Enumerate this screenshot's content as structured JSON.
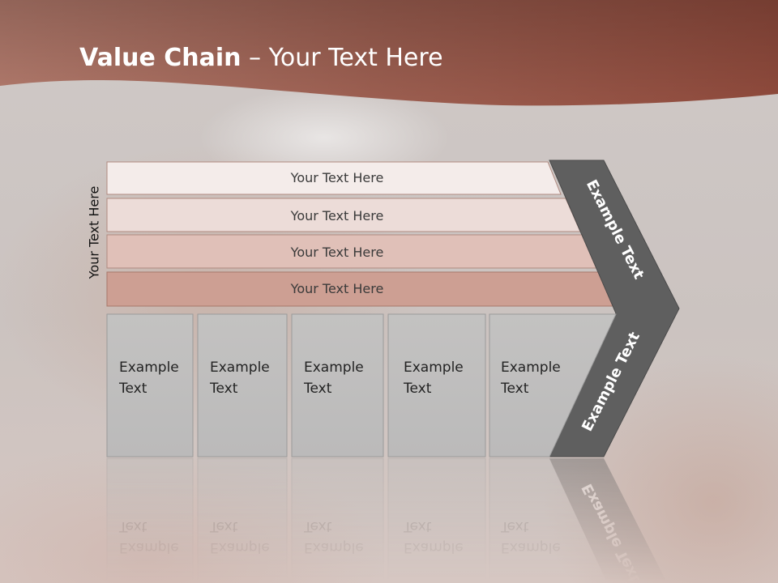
{
  "title": {
    "strong": "Value Chain",
    "rest": " – Your Text Here"
  },
  "side_label": "Your Text Here",
  "bars": [
    {
      "label": "Your Text Here",
      "color": "#f4ecea"
    },
    {
      "label": "Your Text Here",
      "color": "#ecdcd8"
    },
    {
      "label": "Your Text Here",
      "color": "#e0c0b8"
    },
    {
      "label": "Your Text Here",
      "color": "#cd9f93"
    }
  ],
  "boxes": [
    {
      "line1": "Example",
      "line2": "Text"
    },
    {
      "line1": "Example",
      "line2": "Text"
    },
    {
      "line1": "Example",
      "line2": "Text"
    },
    {
      "line1": "Example",
      "line2": "Text"
    },
    {
      "line1": "Example",
      "line2": "Text"
    }
  ],
  "chevron": {
    "upper_label": "Example Text",
    "lower_label": "Example Text",
    "color": "#5f5f5f"
  },
  "colors": {
    "header": "#a05c4e",
    "box_fill": "#c0bfbe",
    "box_border": "#9a9a9a"
  }
}
